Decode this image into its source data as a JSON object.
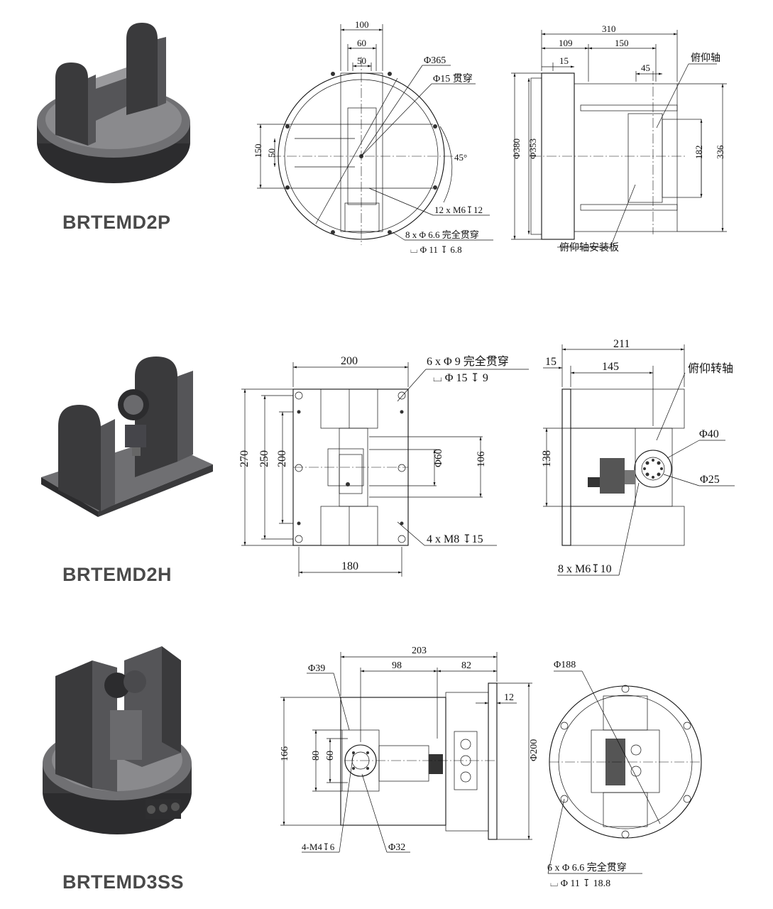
{
  "products": [
    {
      "name": "BRTEMD2P",
      "front_view": {
        "dims": [
          "100",
          "60",
          "50",
          "150",
          "50"
        ],
        "diameter_outer": "Φ365",
        "through_hole": "Φ15 贯穿",
        "angle": "45°",
        "thread_holes": "12 x M6↧12",
        "mount_holes_line1": "8 x Φ 6.6 完全贯穿",
        "mount_holes_line2": "⌴ Φ 11 ↧ 6.8"
      },
      "side_view": {
        "dims": [
          "310",
          "109",
          "150",
          "15",
          "45",
          "182",
          "336"
        ],
        "diameter_1": "Φ380",
        "diameter_2": "Φ353",
        "label_axis": "俯仰轴",
        "label_plate": "俯仰轴安装板"
      }
    },
    {
      "name": "BRTEMD2H",
      "front_view": {
        "dims": [
          "200",
          "270",
          "250",
          "200",
          "106",
          "180"
        ],
        "diameter_center": "Φ60",
        "holes_line1": "6 x Φ 9 完全贯穿",
        "holes_line2": "⌴ Φ 15 ↧ 9",
        "thread_holes": "4 x M8 ↧15"
      },
      "side_view": {
        "dims": [
          "211",
          "15",
          "145",
          "138"
        ],
        "label_axis": "俯仰转轴",
        "diameter_1": "Φ40",
        "diameter_2": "Φ25",
        "thread_holes": "8 x M6↧10"
      }
    },
    {
      "name": "BRTEMD3SS",
      "front_view": {
        "dims": [
          "203",
          "98",
          "82",
          "12",
          "166",
          "80",
          "60"
        ],
        "diameter_1": "Φ39",
        "diameter_2": "Φ200",
        "thread_holes": "4-M4↧6",
        "diameter_3": "Φ32"
      },
      "top_view": {
        "diameter": "Φ188",
        "holes_line1": "6 x Φ 6.6 完全贯穿",
        "holes_line2": "⌴ Φ 11 ↧ 18.8"
      }
    }
  ]
}
